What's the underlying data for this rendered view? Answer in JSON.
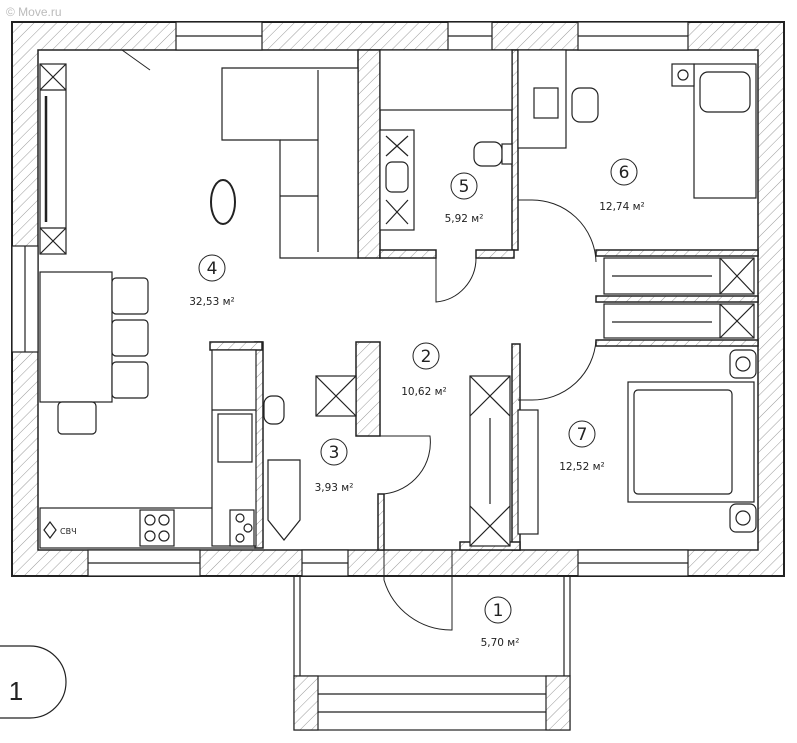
{
  "floor_label": "1",
  "appliance_labels": {
    "microwave": "СВЧ"
  },
  "watermark": "© Move.ru",
  "rooms": [
    {
      "id": "1",
      "area": "5,70 м²"
    },
    {
      "id": "2",
      "area": "10,62 м²"
    },
    {
      "id": "3",
      "area": "3,93 м²"
    },
    {
      "id": "4",
      "area": "32,53 м²"
    },
    {
      "id": "5",
      "area": "5,92 м²"
    },
    {
      "id": "6",
      "area": "12,74 м²"
    },
    {
      "id": "7",
      "area": "12,52 м²"
    }
  ],
  "colors": {
    "wall": "#222222",
    "hatch": "#9a9a9a",
    "fill": "#ffffff"
  }
}
